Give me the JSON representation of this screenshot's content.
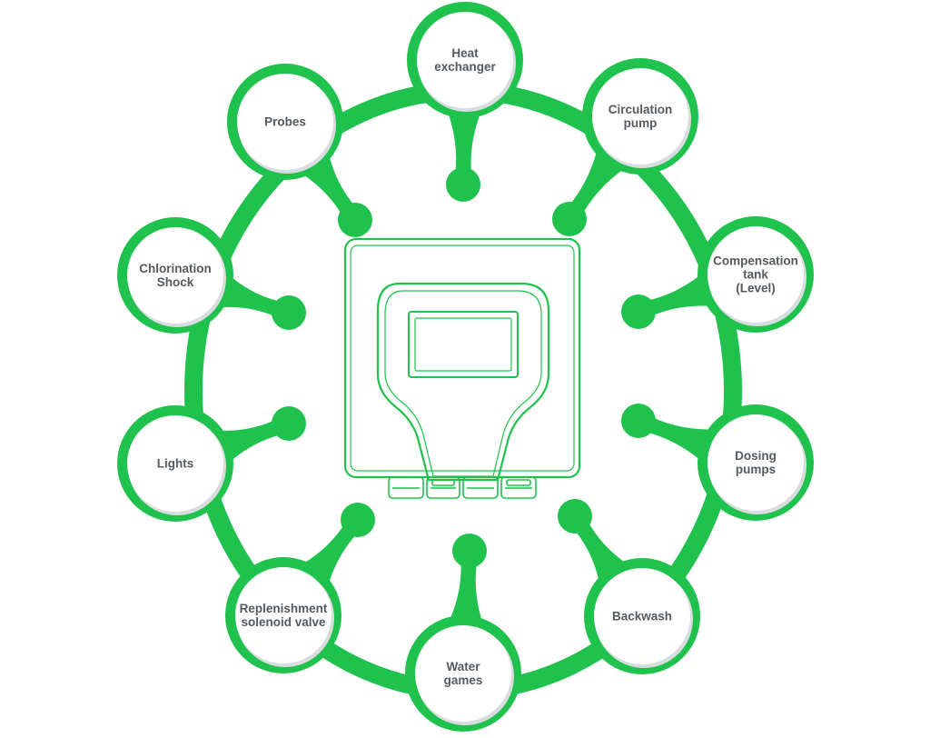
{
  "colors": {
    "accent": "#1fc24d",
    "node_fill": "#ffffff",
    "label_text": "#555a5e"
  },
  "controller_icon": "pool-controller-device-icon",
  "nodes": [
    {
      "id": "heat-exchanger",
      "label": "Heat\nexchanger"
    },
    {
      "id": "circulation-pump",
      "label": "Circulation\npump"
    },
    {
      "id": "compensation-tank",
      "label": "Compensation\ntank\n(Level)"
    },
    {
      "id": "dosing-pumps",
      "label": "Dosing\npumps"
    },
    {
      "id": "backwash",
      "label": "Backwash"
    },
    {
      "id": "water-games",
      "label": "Water\ngames"
    },
    {
      "id": "replenishment-solenoid-valve",
      "label": "Replenishment\nsolenoid valve"
    },
    {
      "id": "lights",
      "label": "Lights"
    },
    {
      "id": "chlorination-shock",
      "label": "Chlorination\nShock"
    },
    {
      "id": "probes",
      "label": "Probes"
    }
  ]
}
